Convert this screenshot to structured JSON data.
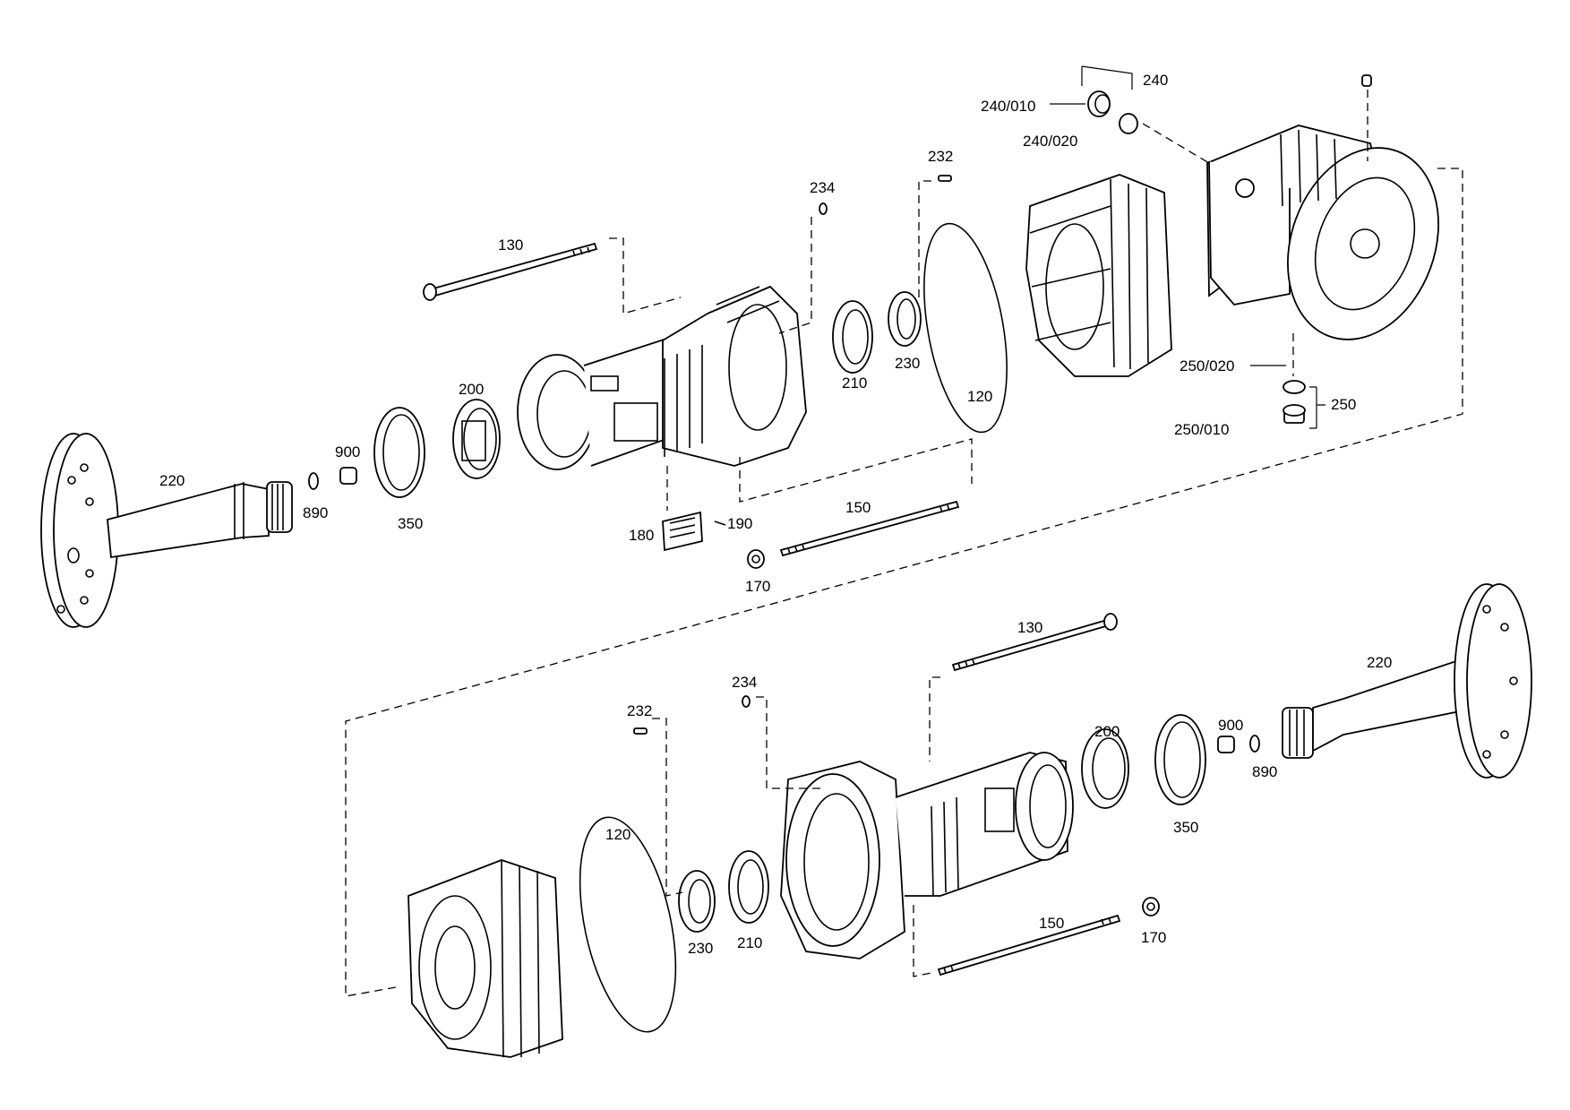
{
  "labels": {
    "u_220": "220",
    "u_890": "890",
    "u_900": "900",
    "u_350": "350",
    "u_200": "200",
    "u_130": "130",
    "u_234": "234",
    "u_232": "232",
    "u_210": "210",
    "u_230": "230",
    "u_120": "120",
    "u_180": "180",
    "u_190": "190",
    "u_150": "150",
    "u_170": "170",
    "u_240": "240",
    "u_240_010": "240/010",
    "u_240_020": "240/020",
    "u_250": "250",
    "u_250_010": "250/010",
    "u_250_020": "250/020",
    "l_130": "130",
    "l_234": "234",
    "l_232": "232",
    "l_120": "120",
    "l_230": "230",
    "l_210": "210",
    "l_200": "200",
    "l_350": "350",
    "l_900": "900",
    "l_890": "890",
    "l_220": "220",
    "l_150": "150",
    "l_170": "170"
  }
}
